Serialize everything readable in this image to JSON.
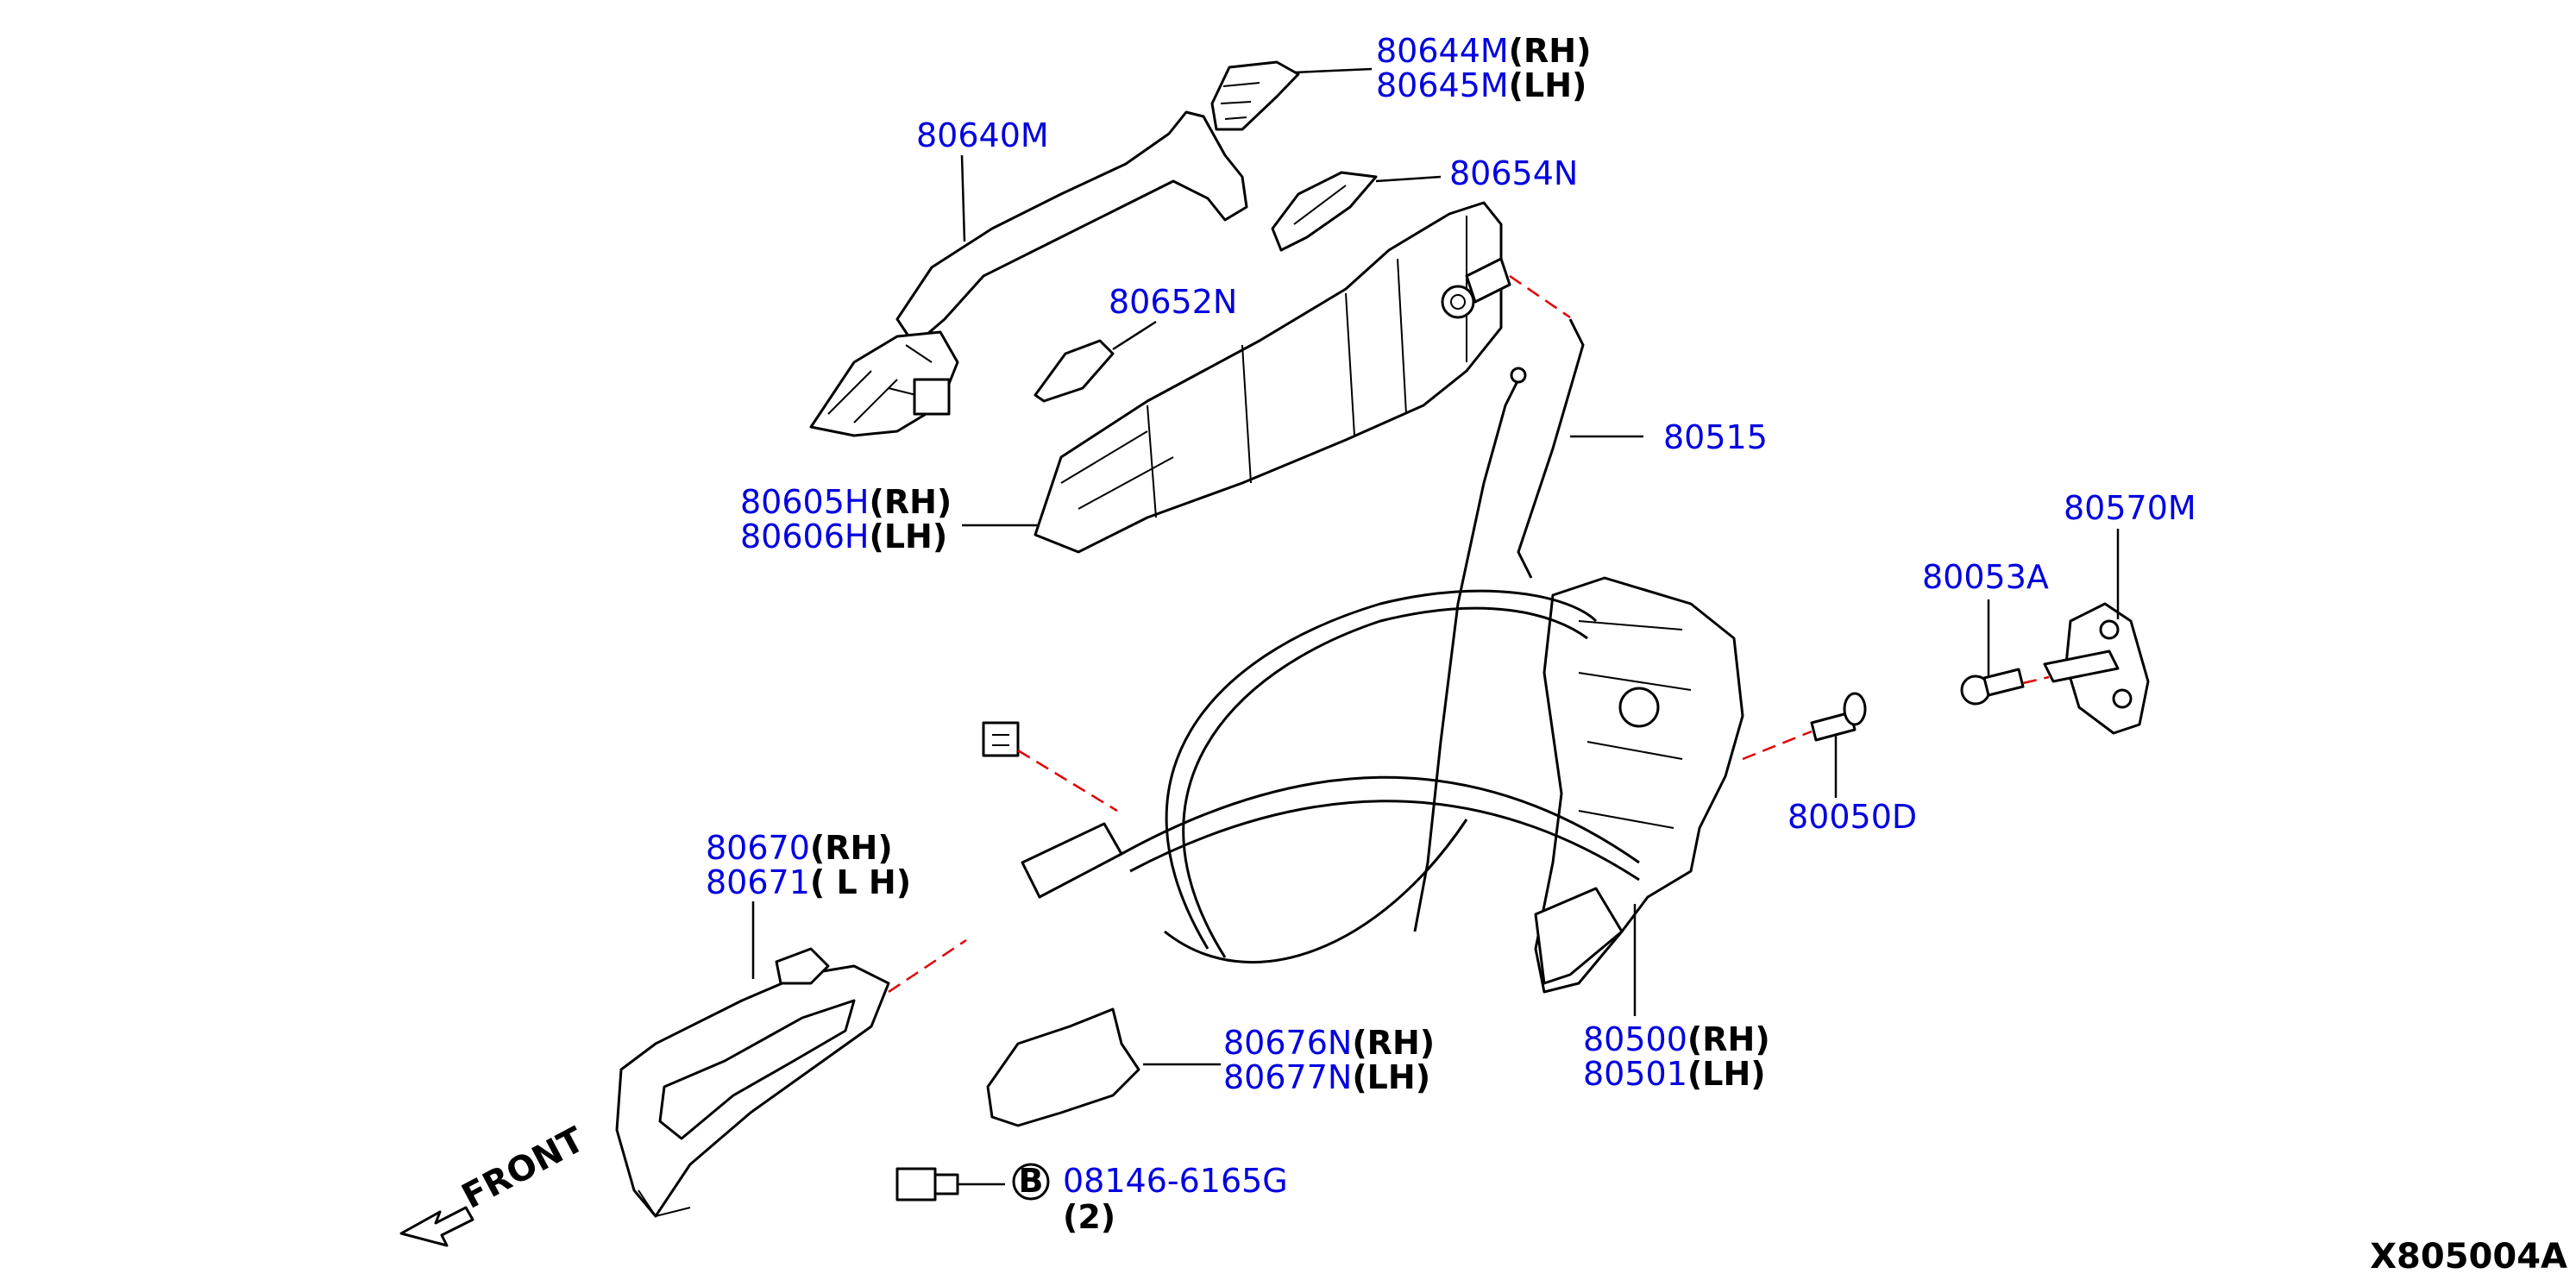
{
  "diagram_id": "X805004A",
  "front_label": "FRONT",
  "fastener_symbol": "B",
  "colors": {
    "part_number": "#0000e0",
    "side_label": "#000000",
    "phantom_line": "#e00000"
  },
  "callouts": [
    {
      "id": "handle-bracket",
      "lines": [
        {
          "number": "80644M",
          "side": "(RH)"
        },
        {
          "number": "80645M",
          "side": "(LH)"
        }
      ]
    },
    {
      "id": "outside-handle",
      "lines": [
        {
          "number": "80640M",
          "side": ""
        }
      ]
    },
    {
      "id": "gasket-rear",
      "lines": [
        {
          "number": "80654N",
          "side": ""
        }
      ]
    },
    {
      "id": "gasket-front",
      "lines": [
        {
          "number": "80652N",
          "side": ""
        }
      ]
    },
    {
      "id": "handle-frame",
      "lines": [
        {
          "number": "80605H",
          "side": "(RH)"
        },
        {
          "number": "80606H",
          "side": "(LH)"
        }
      ]
    },
    {
      "id": "rod",
      "lines": [
        {
          "number": "80515",
          "side": ""
        }
      ]
    },
    {
      "id": "striker",
      "lines": [
        {
          "number": "80570M",
          "side": ""
        }
      ]
    },
    {
      "id": "striker-screw",
      "lines": [
        {
          "number": "80053A",
          "side": ""
        }
      ]
    },
    {
      "id": "lock-screw",
      "lines": [
        {
          "number": "80050D",
          "side": ""
        }
      ]
    },
    {
      "id": "inside-handle",
      "lines": [
        {
          "number": "80670",
          "side": "(RH)"
        },
        {
          "number": "80671",
          "side": "( L H)"
        }
      ]
    },
    {
      "id": "escutcheon",
      "lines": [
        {
          "number": "80676N",
          "side": "(RH)"
        },
        {
          "number": "80677N",
          "side": "(LH)"
        }
      ]
    },
    {
      "id": "door-lock",
      "lines": [
        {
          "number": "80500",
          "side": "(RH)"
        },
        {
          "number": "80501",
          "side": "(LH)"
        }
      ]
    },
    {
      "id": "bolt",
      "lines": [
        {
          "number": "08146-6165G",
          "side": ""
        },
        {
          "number": "",
          "side": "(2)"
        }
      ]
    }
  ]
}
